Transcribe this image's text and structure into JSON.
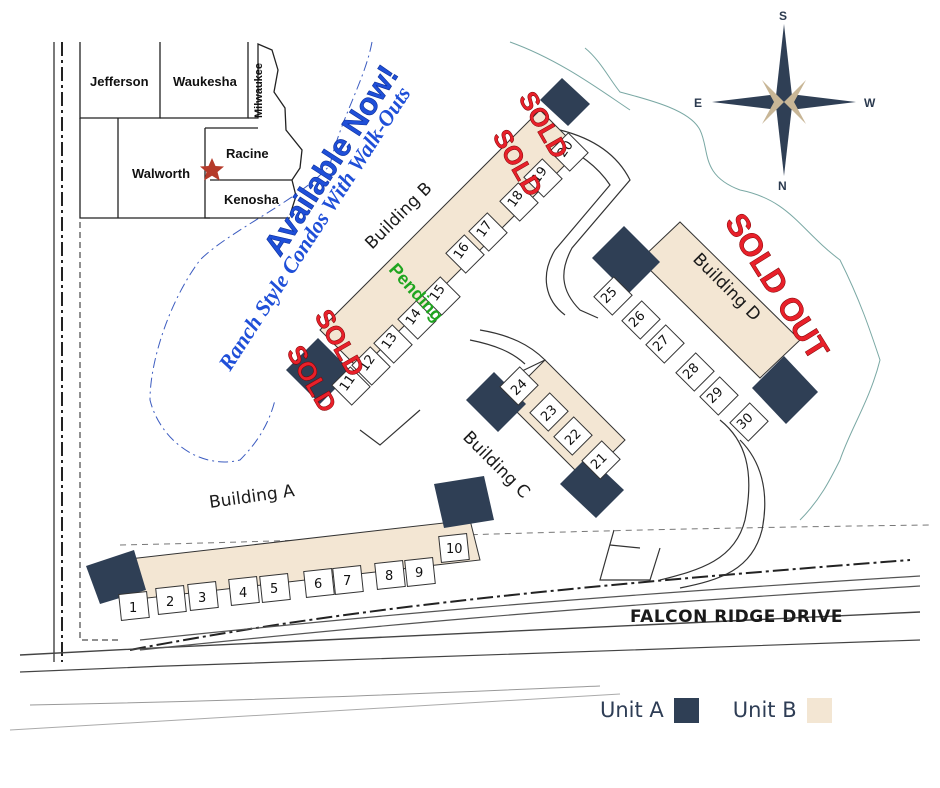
{
  "colors": {
    "unit_a": "#2f3f55",
    "unit_b": "#f3e6d3",
    "sold": "#e8202a",
    "pending": "#1fa51f",
    "promo": "#1f4fd8"
  },
  "inset_map": {
    "counties": [
      "Jefferson",
      "Waukesha",
      "Milwaukee",
      "Walworth",
      "Racine",
      "Kenosha"
    ],
    "marker_icon": "star-icon"
  },
  "promo": {
    "headline": "Available Now!",
    "tagline": "Ranch Style Condos With Walk-Outs"
  },
  "compass": {
    "north": "N",
    "south": "S",
    "east": "E",
    "west": "W"
  },
  "buildings": [
    {
      "label": "Building A",
      "units": [
        "1",
        "2",
        "3",
        "4",
        "5",
        "6",
        "7",
        "8",
        "9",
        "10"
      ]
    },
    {
      "label": "Building B",
      "units": [
        "11",
        "12",
        "13",
        "14",
        "15",
        "16",
        "17",
        "18",
        "19",
        "20"
      ]
    },
    {
      "label": "Building C",
      "units": [
        "21",
        "22",
        "23",
        "24"
      ]
    },
    {
      "label": "Building D",
      "units": [
        "25",
        "26",
        "27",
        "28",
        "29",
        "30"
      ]
    }
  ],
  "status_stamps": {
    "sold": "SOLD",
    "sold_out": "SOLD OUT",
    "pending": "Pending"
  },
  "road_label": "FALCON RIDGE DRIVE",
  "legend": {
    "unit_a": "Unit A",
    "unit_b": "Unit B"
  }
}
